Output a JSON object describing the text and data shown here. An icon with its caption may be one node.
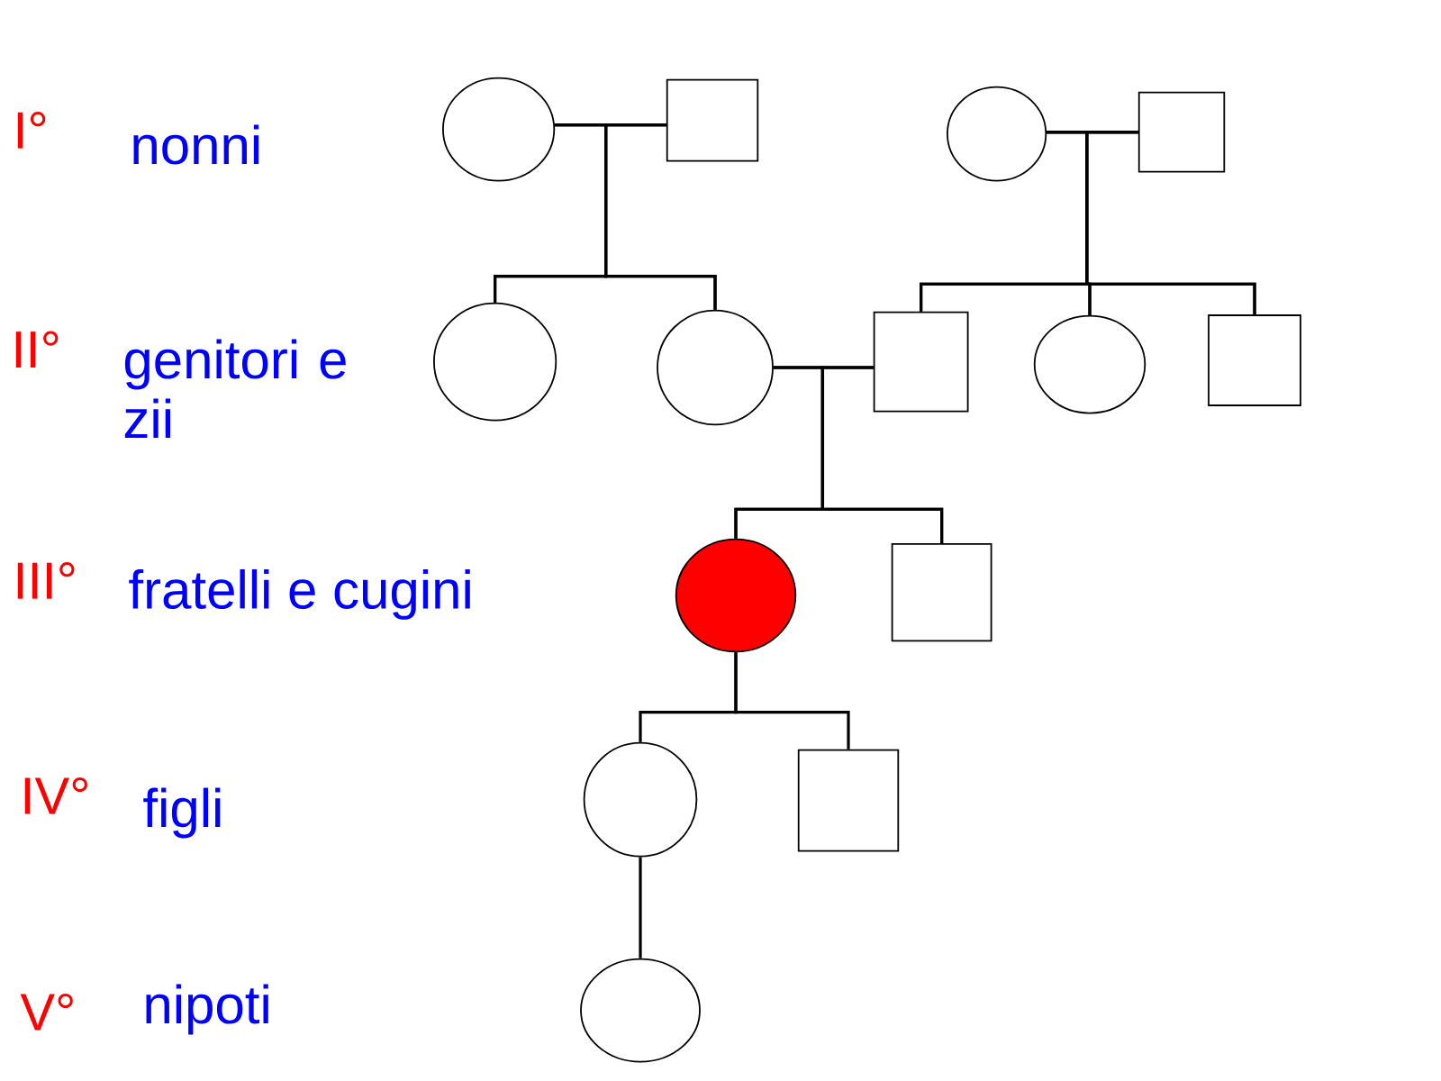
{
  "diagram": {
    "nodes": [
      {
        "text": [],
        "shape": "circle"
      },
      {
        "text": [],
        "shape": "square"
      },
      {
        "text": [],
        "shape": "circle"
      },
      {
        "text": [],
        "shape": "square"
      },
      {
        "text": [],
        "shape": "circle"
      },
      {
        "text": [],
        "shape": "circle"
      },
      {
        "text": [],
        "shape": "square"
      },
      {
        "text": [],
        "shape": "circle"
      },
      {
        "text": [],
        "shape": "square"
      },
      {
        "text": [],
        "shape": "circle"
      },
      {
        "text": [],
        "shape": "square"
      },
      {
        "text": [],
        "shape": "circle"
      },
      {
        "text": [],
        "shape": "square"
      },
      {
        "text": [],
        "shape": "circle"
      }
    ],
    "edges": [
      {
        "from": 0,
        "to": 1,
        "arrow": "none"
      },
      {
        "from": 0,
        "to": 4,
        "arrow": "none"
      },
      {
        "from": 1,
        "to": 4,
        "arrow": "none"
      },
      {
        "from": 0,
        "to": 5,
        "arrow": "none"
      },
      {
        "from": 1,
        "to": 5,
        "arrow": "none"
      },
      {
        "from": 2,
        "to": 3,
        "arrow": "none"
      },
      {
        "from": 2,
        "to": 6,
        "arrow": "none"
      },
      {
        "from": 3,
        "to": 6,
        "arrow": "none"
      },
      {
        "from": 2,
        "to": 7,
        "arrow": "none"
      },
      {
        "from": 3,
        "to": 7,
        "arrow": "none"
      },
      {
        "from": 2,
        "to": 8,
        "arrow": "none"
      },
      {
        "from": 3,
        "to": 8,
        "arrow": "none"
      },
      {
        "from": 5,
        "to": 6,
        "arrow": "none"
      },
      {
        "from": 5,
        "to": 9,
        "arrow": "none"
      },
      {
        "from": 6,
        "to": 9,
        "arrow": "none"
      },
      {
        "from": 5,
        "to": 10,
        "arrow": "none"
      },
      {
        "from": 6,
        "to": 10,
        "arrow": "none"
      },
      {
        "from": 9,
        "to": 11,
        "arrow": "none"
      },
      {
        "from": 9,
        "to": 12,
        "arrow": "none"
      },
      {
        "from": 11,
        "to": 13,
        "arrow": "none"
      }
    ],
    "labels": [
      "I°",
      "nonni",
      "II°",
      "genitori e zii",
      "III°",
      "fratelli e cugini",
      "IV°",
      "figli",
      "V°",
      "nipoti"
    ]
  }
}
